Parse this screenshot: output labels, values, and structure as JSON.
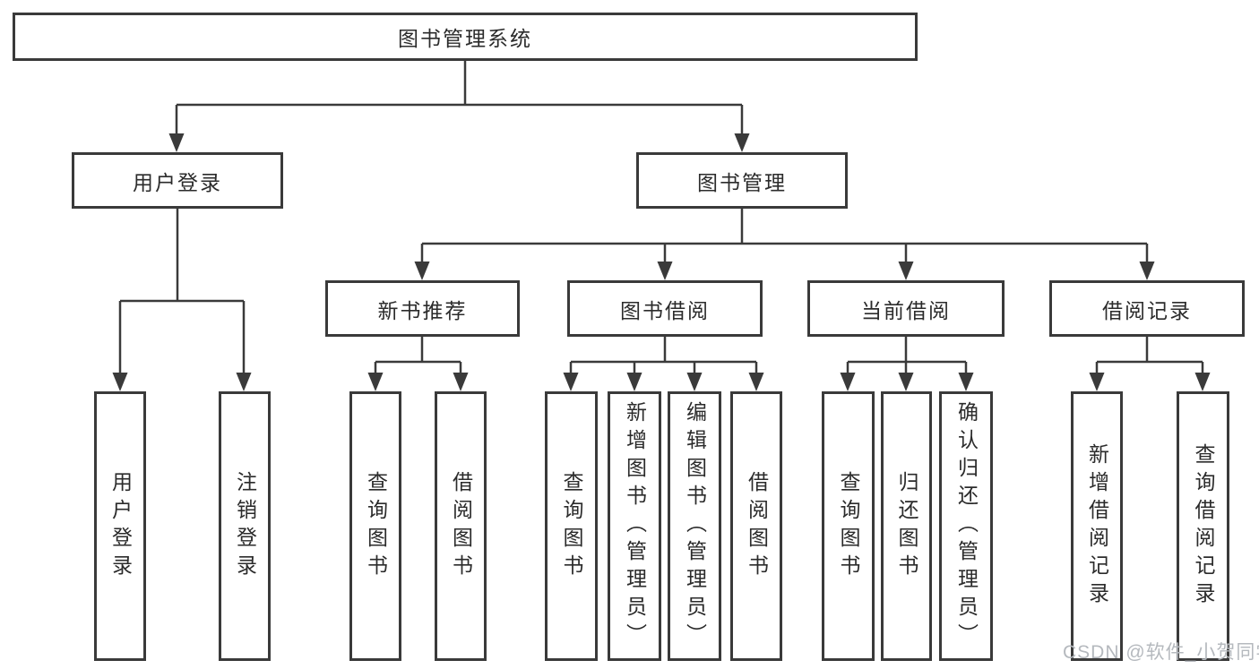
{
  "tree": {
    "root": {
      "label": "图书管理系统"
    },
    "level2": {
      "user_login": {
        "label": "用户登录"
      },
      "book_management": {
        "label": "图书管理"
      }
    },
    "level3": {
      "new_book_recommend": {
        "label": "新书推荐"
      },
      "book_borrowing": {
        "label": "图书借阅"
      },
      "current_borrowing": {
        "label": "当前借阅"
      },
      "borrowing_records": {
        "label": "借阅记录"
      }
    },
    "leaves": {
      "user_login": {
        "label": "用户登录"
      },
      "logout": {
        "label": "注销登录"
      },
      "rec_query_books": {
        "label": "查询图书"
      },
      "rec_borrow_books": {
        "label": "借阅图书"
      },
      "bb_query_books": {
        "label": "查询图书"
      },
      "bb_add_books": {
        "label": "新增图书（管理员）"
      },
      "bb_edit_books": {
        "label": "编辑图书（管理员）"
      },
      "bb_borrow_books": {
        "label": "借阅图书"
      },
      "cb_query_books": {
        "label": "查询图书"
      },
      "cb_return_books": {
        "label": "归还图书"
      },
      "cb_confirm_return": {
        "label": "确认归还（管理员）"
      },
      "br_add_record": {
        "label": "新增借阅记录"
      },
      "br_query_record": {
        "label": "查询借阅记录"
      }
    }
  },
  "watermark": {
    "text": "CSDN @软件_小贺同学"
  },
  "colors": {
    "line": "#3a3a3a",
    "text": "#2b2b2b",
    "watermark": "#b5b9be",
    "background": "#ffffff"
  }
}
